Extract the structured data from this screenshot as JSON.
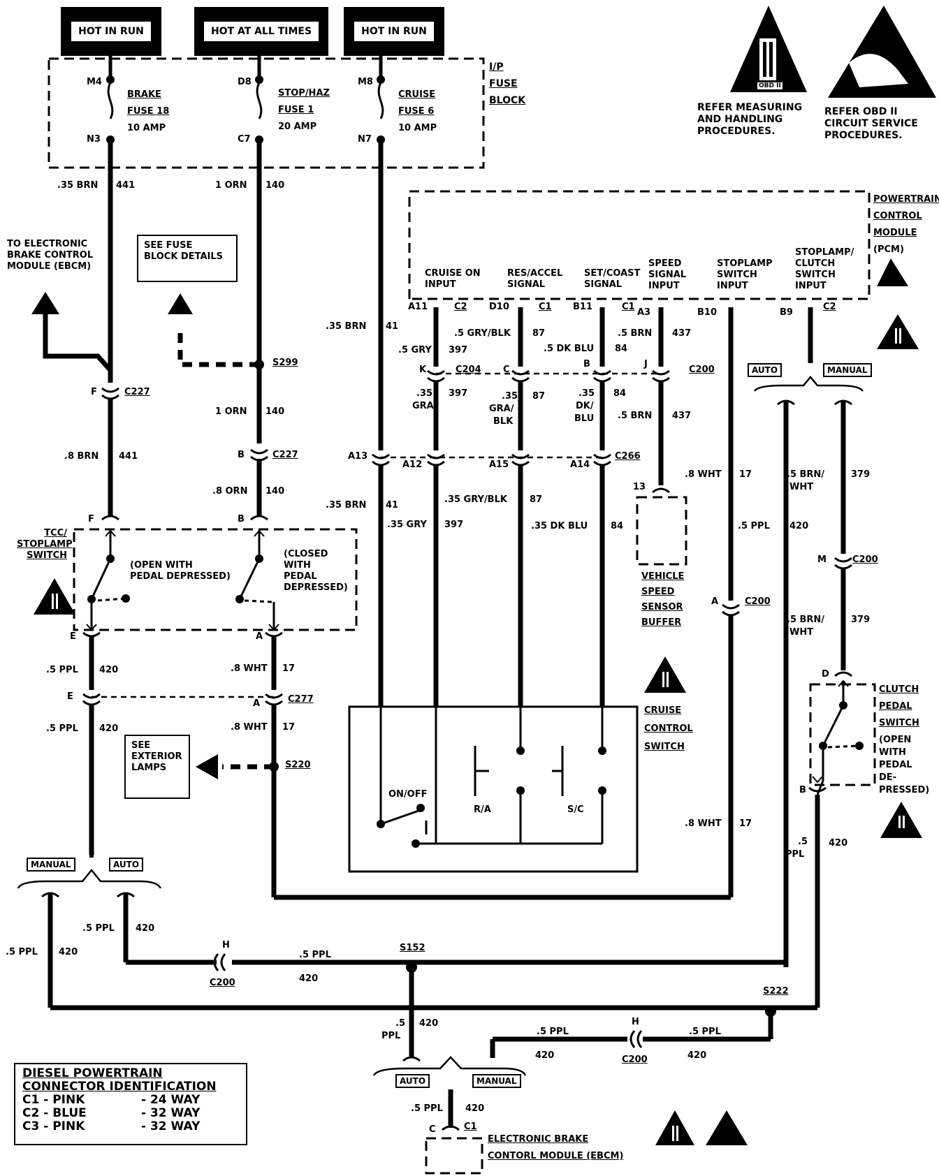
{
  "power_labels": {
    "hot_in_run_1": "HOT IN RUN",
    "hot_at_all_times": "HOT AT ALL TIMES",
    "hot_in_run_2": "HOT IN RUN"
  },
  "fuse_block": {
    "title_line1": "I/P",
    "title_line2": "FUSE",
    "title_line3": "BLOCK",
    "fuses": [
      {
        "top_pin": "M4",
        "bottom_pin": "N3",
        "name": "BRAKE",
        "fuse": "FUSE 18",
        "rating": "10 AMP"
      },
      {
        "top_pin": "D8",
        "bottom_pin": "C7",
        "name": "STOP/HAZ",
        "fuse": "FUSE 1",
        "rating": "20 AMP"
      },
      {
        "top_pin": "M8",
        "bottom_pin": "N7",
        "name": "CRUISE",
        "fuse": "FUSE 6",
        "rating": "10 AMP"
      }
    ]
  },
  "warnings": {
    "measuring": "REFER MEASURING\nAND HANDLING\nPROCEDURES.",
    "obd": "REFER OBD II\nCIRCUIT SERVICE\nPROCEDURES.",
    "obd_label": "OBD II",
    "roman": "II"
  },
  "pcm": {
    "title": [
      "POWERTRAIN",
      "CONTROL",
      "MODULE",
      "(PCM)"
    ],
    "inputs": [
      {
        "name": "CRUISE ON\nINPUT",
        "pin": "A11",
        "conn": "C2"
      },
      {
        "name": "RES/ACCEL\nSIGNAL",
        "pin": "D10",
        "conn": "C1"
      },
      {
        "name": "SET/COAST\nSIGNAL",
        "pin": "B11",
        "conn": "C1"
      },
      {
        "name": "SPEED\nSIGNAL\nINPUT",
        "pin": "A3",
        "conn": ""
      },
      {
        "name": "STOPLAMP\nSWITCH\nINPUT",
        "pin": "B10",
        "conn": ""
      },
      {
        "name": "STOPLAMP/\nCLUTCH\nSWITCH\nINPUT",
        "pin": "B9",
        "conn": "C2"
      }
    ]
  },
  "to_ebcm": "TO ELECTRONIC\nBRAKE CONTROL\nMODULE (EBCM)",
  "see_fuse_block": "SEE FUSE\nBLOCK DETAILS",
  "see_exterior_lamps": "SEE\nEXTERIOR\nLAMPS",
  "wires": {
    "w1": ".35 BRN",
    "w1c": "441",
    "w2": "1 ORN",
    "w2c": "140",
    "w3": ".35 BRN",
    "w3c": "41",
    "w4": ".5 GRY",
    "w4c": "397",
    "w5": ".5 GRY/BLK",
    "w5c": "87",
    "w6": ".5 DK BLU",
    "w6c": "84",
    "w7": ".5 BRN",
    "w7c": "437",
    "w8": "1 ORN",
    "w8c": "140",
    "w9": ".8 BRN",
    "w9c": "441",
    "w10": ".8 ORN",
    "w10c": "140",
    "w11a": ".35",
    "w11b": "GRA",
    "w11c": "397",
    "w12a": ".35",
    "w12b": "GRA/",
    "w12d": "BLK",
    "w12c": "87",
    "w13a": ".35",
    "w13b": "DK/",
    "w13d": "BLU",
    "w13c": "84",
    "w14": ".5 BRN",
    "w14c": "437",
    "w15": ".35 BRN",
    "w15c": "41",
    "w16": ".35 GRY",
    "w16c": "397",
    "w17": ".35 GRY/BLK",
    "w17c": "87",
    "w18": ".35 DK BLU",
    "w18c": "84",
    "w19": ".8 WHT",
    "w19c": "17",
    "w20": ".5 PPL",
    "w20c": "420",
    "w21": ".5 BRN/",
    "w21b": "WHT",
    "w21c": "379",
    "w22": ".5 BRN/",
    "w22b": "WHT",
    "w22c": "379",
    "w23": ".5 PPL",
    "w23c": "420",
    "w24": ".8 WHT",
    "w24c": "17",
    "w25": ".5 PPL",
    "w25c": "420",
    "w26": ".8 WHT",
    "w26c": "17",
    "w27": ".8 WHT",
    "w27c": "17",
    "w28": ".5",
    "w28b": "PPL",
    "w28c": "420",
    "w29": ".5 PPL",
    "w29c": "420",
    "w30": ".5 PPL",
    "w30c": "420",
    "w31": ".5 PPL",
    "w31c": "420",
    "w32": ".5",
    "w32b": "PPL",
    "w32c": "420",
    "w33": ".5 PPL",
    "w33c": "420",
    "w34": ".5 PPL",
    "w34c": "420",
    "w35": ".5 PPL",
    "w35c": "420"
  },
  "connectors": {
    "c227": "C227",
    "c204": "C204",
    "c200": "C200",
    "c266": "C266",
    "c277": "C277",
    "s299": "S299",
    "s220": "S220",
    "s152": "S152",
    "s222": "S222",
    "c1": "C1"
  },
  "pins": {
    "F": "F",
    "B": "B",
    "E": "E",
    "A": "A",
    "K": "K",
    "C": "C",
    "J": "J",
    "D": "D",
    "M": "M",
    "H": "H",
    "A13": "A13",
    "A12": "A12",
    "A15": "A15",
    "A14": "A14",
    "n13": "13"
  },
  "tcc_switch": {
    "title": "TCC/\nSTOPLAMP\nSWITCH",
    "open": "(OPEN WITH\nPEDAL DEPRESSED)",
    "closed": "(CLOSED\nWITH\nPEDAL\nDEPRESSED)"
  },
  "vss_buffer": [
    "VEHICLE",
    "SPEED",
    "SENSOR",
    "BUFFER"
  ],
  "cruise_switch": {
    "title": [
      "CRUISE",
      "CONTROL",
      "SWITCH"
    ],
    "on_off": "ON/OFF",
    "ra": "R/A",
    "sc": "S/C"
  },
  "clutch_switch": {
    "title": [
      "CLUTCH",
      "PEDAL",
      "SWITCH",
      "(OPEN",
      "WITH",
      "PEDAL",
      "DE-",
      "PRESSED)"
    ]
  },
  "tags": {
    "auto": "AUTO",
    "manual": "MANUAL"
  },
  "ebcm": {
    "line1": "ELECTRONIC BRAKE",
    "line2": "CONTORL MODULE (EBCM)"
  },
  "legend": {
    "title1": "DIESEL POWERTRAIN",
    "title2": "CONNECTOR IDENTIFICATION",
    "rows": [
      {
        "conn": "C1 - PINK",
        "ways": "- 24 WAY"
      },
      {
        "conn": "C2 - BLUE",
        "ways": "- 32 WAY"
      },
      {
        "conn": "C3 - PINK",
        "ways": "- 32 WAY"
      }
    ]
  }
}
